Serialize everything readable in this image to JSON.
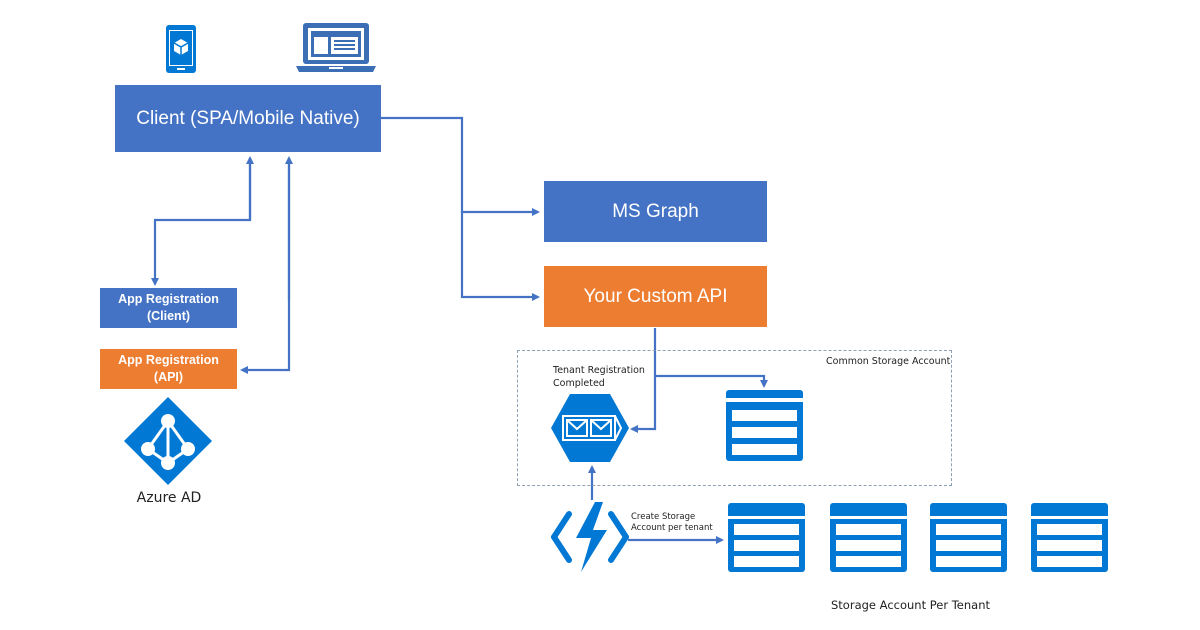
{
  "nodes": {
    "client": "Client (SPA/Mobile Native)",
    "ms_graph": "MS Graph",
    "custom_api": "Your Custom API",
    "app_reg_client": [
      "App Registration",
      "(Client)"
    ],
    "app_reg_api": [
      "App Registration",
      "(API)"
    ],
    "azure_ad": "Azure AD",
    "tenant_registration": [
      "Tenant Registration",
      "Completed"
    ],
    "common_storage": "Common Storage Account",
    "create_storage": [
      "Create Storage",
      "Account per tenant"
    ],
    "storage_per_tenant": "Storage Account Per Tenant"
  },
  "icons": {
    "mobile": "mobile-phone-icon",
    "laptop": "laptop-icon",
    "azure_ad": "azure-ad-icon",
    "queue": "storage-queue-icon",
    "table": "storage-table-icon",
    "function": "azure-function-icon"
  },
  "colors": {
    "blue": "#4472c4",
    "orange": "#ed7d31",
    "azure": "#0078d4",
    "line": "#4472c4"
  }
}
